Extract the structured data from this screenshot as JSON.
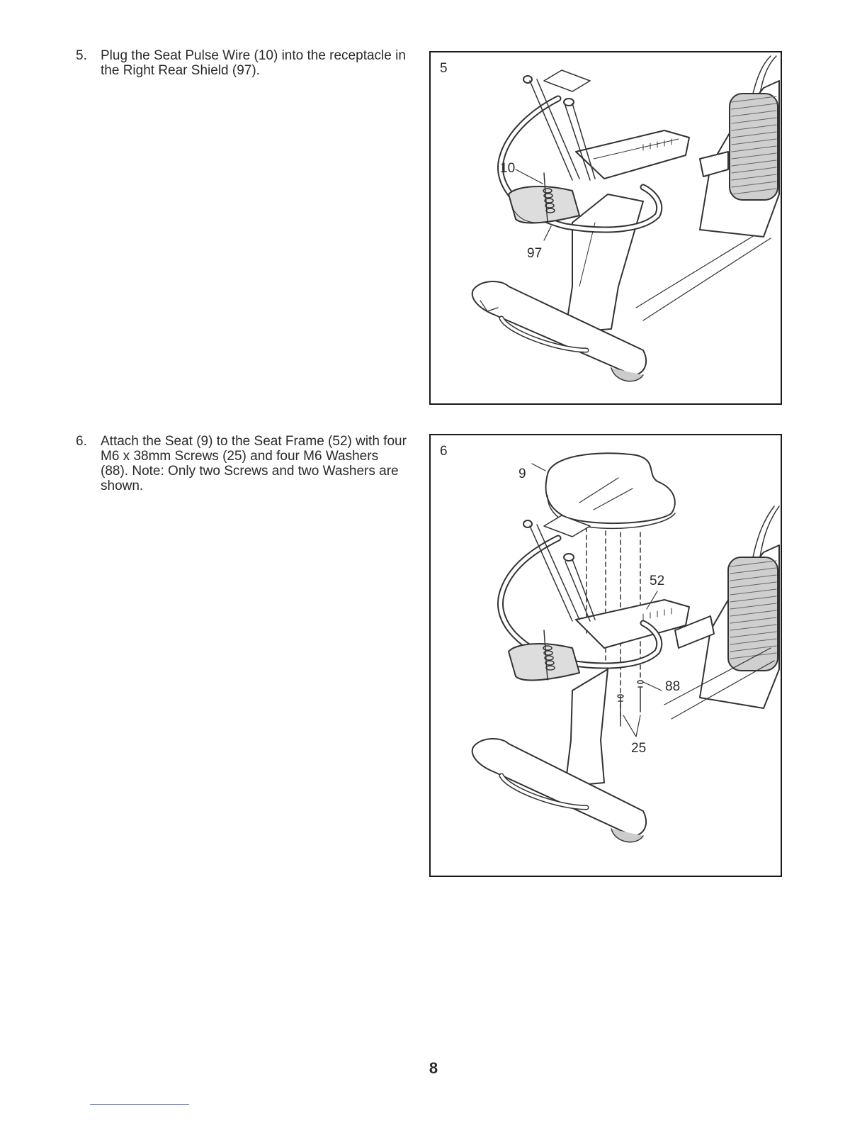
{
  "steps": [
    {
      "number": "5.",
      "text": "Plug the Seat Pulse Wire (10) into the receptacle in the Right Rear Shield (97)."
    },
    {
      "number": "6.",
      "text": "Attach the Seat (9) to the Seat Frame (52) with four M6 x 38mm Screws (25) and four M6 Washers (88). Note: Only two Screws and two Washers are shown."
    }
  ],
  "figures": [
    {
      "number": "5",
      "callouts": [
        "10",
        "97"
      ]
    },
    {
      "number": "6",
      "callouts": [
        "9",
        "52",
        "88",
        "25"
      ]
    }
  ],
  "page_number": "8"
}
